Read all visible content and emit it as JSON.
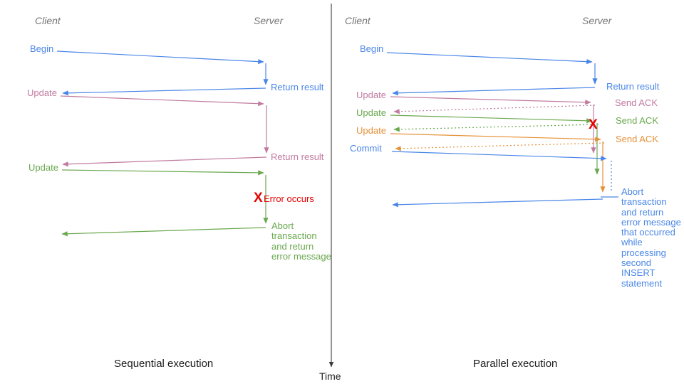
{
  "diagram": {
    "left": {
      "client": "Client",
      "server": "Server",
      "caption": "Sequential execution",
      "begin": "Begin",
      "return_result_1": "Return result",
      "update_1": "Update",
      "return_result_2": "Return result",
      "update_2": "Update",
      "error_mark": "X",
      "error_label": "Error occurs",
      "abort_text": "Abort\ntransaction\nand return\nerror message"
    },
    "right": {
      "client": "Client",
      "server": "Server",
      "caption": "Parallel execution",
      "begin": "Begin",
      "return_result": "Return result",
      "update_1": "Update",
      "send_ack_1": "Send ACK",
      "update_2": "Update",
      "send_ack_2": "Send ACK",
      "update_3": "Update",
      "send_ack_3": "Send ACK",
      "commit": "Commit",
      "error_mark": "X",
      "abort_text": "Abort\ntransaction\nand return\nerror message\nthat occurred\nwhile\nprocessing\nsecond\nINSERT\nstatement"
    },
    "time_axis": {
      "label": "Time"
    },
    "colors": {
      "blue": "#4a86e8",
      "pink": "#c27ba0",
      "green": "#6aa84f",
      "orange": "#e69138",
      "red": "#e60000",
      "axis": "#3d3d3d",
      "header_gray": "#757575"
    }
  }
}
